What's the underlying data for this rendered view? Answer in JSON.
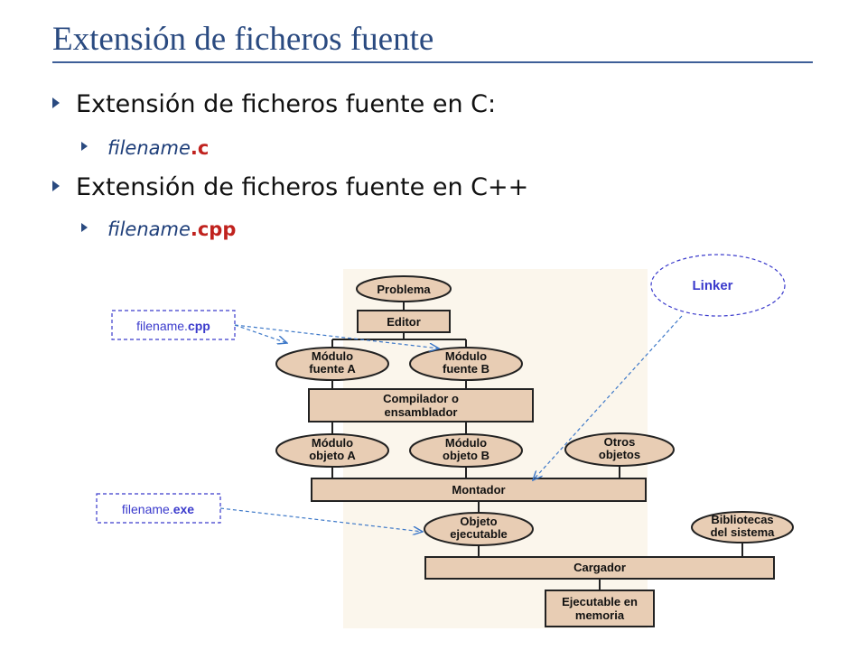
{
  "slide": {
    "title": "Extensión de ficheros fuente",
    "bullets": [
      {
        "text": "Extensión de ficheros fuente en C:",
        "sub": {
          "name": "filename",
          "ext": ".c"
        }
      },
      {
        "text": "Extensión de ficheros fuente en C++",
        "sub": {
          "name": "filename",
          "ext": ".cpp"
        }
      }
    ]
  },
  "diagram": {
    "nodes": {
      "problema": "Problema",
      "editor": "Editor",
      "modulo_a": [
        "Módulo",
        "fuente A"
      ],
      "modulo_b": [
        "Módulo",
        "fuente B"
      ],
      "compilador": [
        "Compilador o",
        "ensamblador"
      ],
      "objeto_a": [
        "Módulo",
        "objeto A"
      ],
      "objeto_b": [
        "Módulo",
        "objeto B"
      ],
      "otros": [
        "Otros",
        "objetos"
      ],
      "montador": "Montador",
      "ejecutable": [
        "Objeto",
        "ejecutable"
      ],
      "bibliotecas": [
        "Bibliotecas",
        "del sistema"
      ],
      "cargador": "Cargador",
      "memoria": [
        "Ejecutable en",
        "memoria"
      ]
    },
    "callouts": {
      "cpp": {
        "prefix": "filename.",
        "ext": "cpp"
      },
      "exe": {
        "prefix": "filename.",
        "ext": "exe"
      },
      "linker": "Linker"
    }
  }
}
